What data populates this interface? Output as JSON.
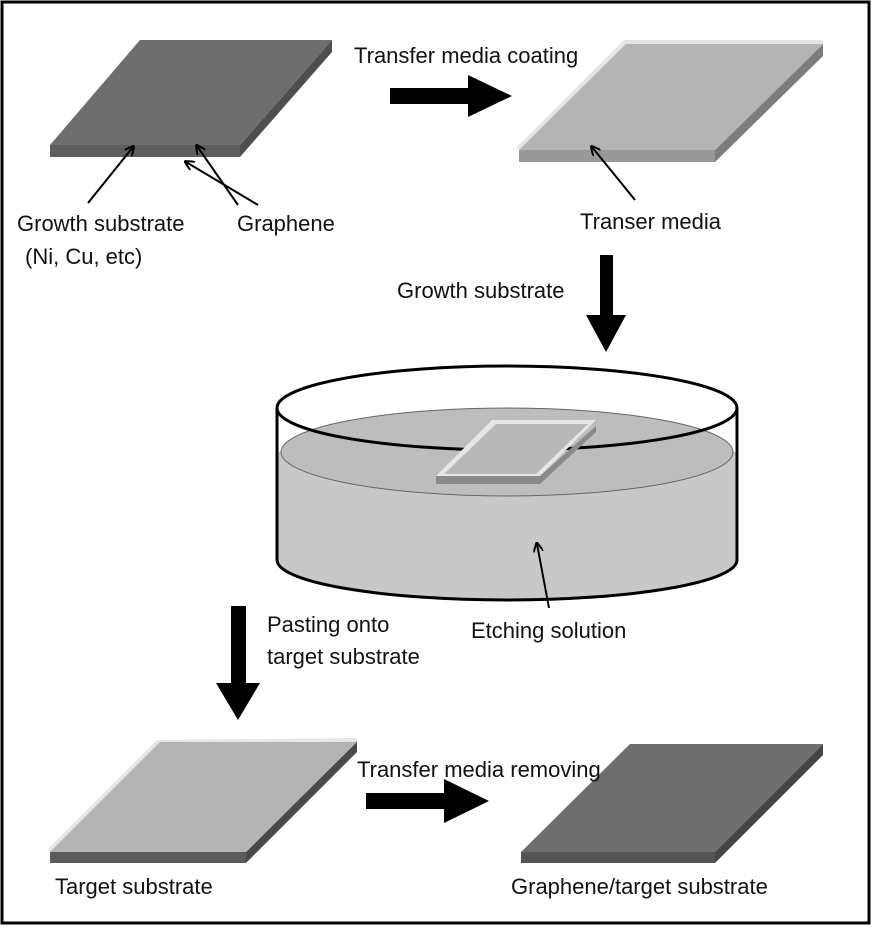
{
  "labels": {
    "transfer_media_coating": "Transfer media coating",
    "growth_substrate": "Growth substrate",
    "growth_substrate_materials": "(Ni, Cu, etc)",
    "graphene": "Graphene",
    "transfer_media": "Transer media",
    "growth_substrate_etch": "Growth substrate",
    "etching_solution": "Etching solution",
    "pasting_line1": "Pasting onto",
    "pasting_line2": "target substrate",
    "transfer_media_removing": "Transfer media removing",
    "target_substrate": "Target substrate",
    "graphene_target_substrate": "Graphene/target substrate"
  },
  "colors": {
    "graphene_dark": "#6e6e6e",
    "graphene_darker": "#5a5a5a",
    "transfer_media_light": "#b4b4b4",
    "coating_highlight": "#e6e6e6",
    "substrate_edge": "#8c8c8c",
    "solution": "#c8c8c8",
    "outline": "#000000"
  }
}
